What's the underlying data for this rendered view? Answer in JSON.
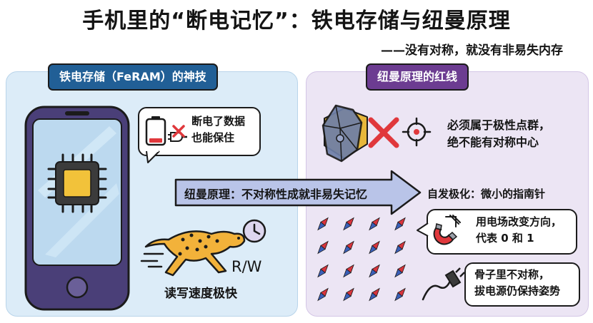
{
  "header": {
    "title": "手机里的“断电记忆”：铁电存储与纽曼原理",
    "subtitle": "——没有对称，就没有非易失内存"
  },
  "left_panel": {
    "tab": "铁电存储（FeRAM）的神技",
    "power_bubble": {
      "line1": "断电了数据",
      "line2": "也能保住"
    },
    "rw_label": "R/W",
    "speed_label": "读写速度极快"
  },
  "arrow": {
    "text": "纽曼原理：不对称性成就非易失记忆"
  },
  "right_panel": {
    "tab": "纽曼原理的红线",
    "crystal_text": {
      "line1": "必须属于极性点群，",
      "line2": "绝不能有对称中心"
    },
    "polarization_label": "自发极化：微小的指南针",
    "field_bubble": {
      "line1": "用电场改变方向，",
      "line2": "代表 0 和 1"
    },
    "plug_bubble": {
      "line1": "骨子里不对称，",
      "line2": "拔电源仍保持姿势"
    }
  },
  "colors": {
    "blue_tab": "#215f96",
    "purple_tab": "#6c3c91",
    "left_bg": "#dcecf8",
    "right_bg": "#ece5f4",
    "chip_gold": "#f2c23a",
    "cross_red": "#e0383c",
    "needle_red": "#d8343c",
    "needle_blue": "#3a5fb8"
  },
  "icons": [
    "phone-icon",
    "chip-icon",
    "battery-icon",
    "plug-icon",
    "cheetah-icon",
    "clock-icon",
    "crystal-icon",
    "red-x-icon",
    "target-icon",
    "compass-needle-icon",
    "magnet-icon"
  ]
}
